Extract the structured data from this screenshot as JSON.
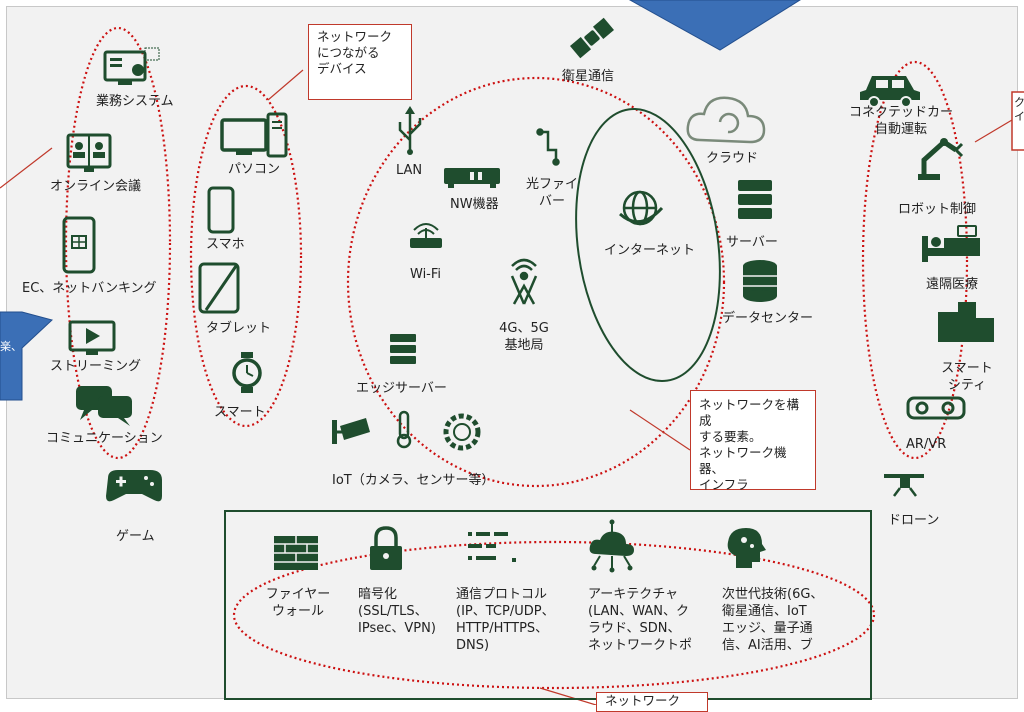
{
  "left_column": {
    "business_system": "業務システム",
    "online_meeting": "オンライン会議",
    "ec_banking": "EC、ネットバンキング",
    "streaming": "ストリーミング",
    "communication": "コミュニケーション",
    "game": "ゲーム"
  },
  "devices": {
    "pc": "パソコン",
    "smartphone": "スマホ",
    "tablet": "タブレット",
    "smartwatch": "スマート"
  },
  "network": {
    "satellite": "衛星通信",
    "lan": "LAN",
    "nw_equipment": "NW機器",
    "fiber_line1": "光ファイ",
    "fiber_line2": "バー",
    "wifi": "Wi-Fi",
    "base_station_line1": "4G、5G",
    "base_station_line2": "基地局",
    "edge_server": "エッジサーバー",
    "iot": "IoT（カメラ、センサー等）",
    "cloud": "クラウド",
    "server": "サーバー",
    "datacenter": "データセンター",
    "internet": "インターネット"
  },
  "right_column": {
    "connected_car_line1": "コネクテッドカー",
    "connected_car_line2": "自動運転",
    "robot": "ロボット制御",
    "remote_medical": "遠隔医療",
    "smart_city_line1": "スマート",
    "smart_city_line2": "シティ",
    "arvr": "AR/VR",
    "drone": "ドローン"
  },
  "security_box": {
    "firewall_line1": "ファイヤー",
    "firewall_line2": "ウォール",
    "encryption_line1": "暗号化",
    "encryption_line2": "(SSL/TLS、",
    "encryption_line3": "IPsec、VPN)",
    "protocol_line1": "通信プロトコル",
    "protocol_line2": "(IP、TCP/UDP、",
    "protocol_line3": "HTTP/HTTPS、",
    "protocol_line4": "DNS)",
    "architecture_line1": "アーキテクチャ",
    "architecture_line2": "(LAN、WAN、ク",
    "architecture_line3": "ラウド、SDN、",
    "architecture_line4": "ネットワークトポ",
    "nextgen_line1": "次世代技術(6G、",
    "nextgen_line2": "衛星通信、IoT",
    "nextgen_line3": "エッジ、量子通",
    "nextgen_line4": "信、AI活用、ブ"
  },
  "callouts": {
    "devices_line1": "ネットワーク",
    "devices_line2": "につながる",
    "devices_line3": "デバイス",
    "infra_line1": "ネットワークを構成",
    "infra_line2": "する要素。",
    "infra_line3": "ネットワーク機器、",
    "infra_line4": "インフラ",
    "bottom_partial": "ネットワーク",
    "left_partial": "楽、",
    "right_partial": "ク\nイ"
  },
  "colors": {
    "dotted_ellipse": "#cc1111",
    "icon_dark": "#1f4d2e",
    "callout_border": "#c0392b",
    "blue_callout": "#3b6fb6"
  }
}
